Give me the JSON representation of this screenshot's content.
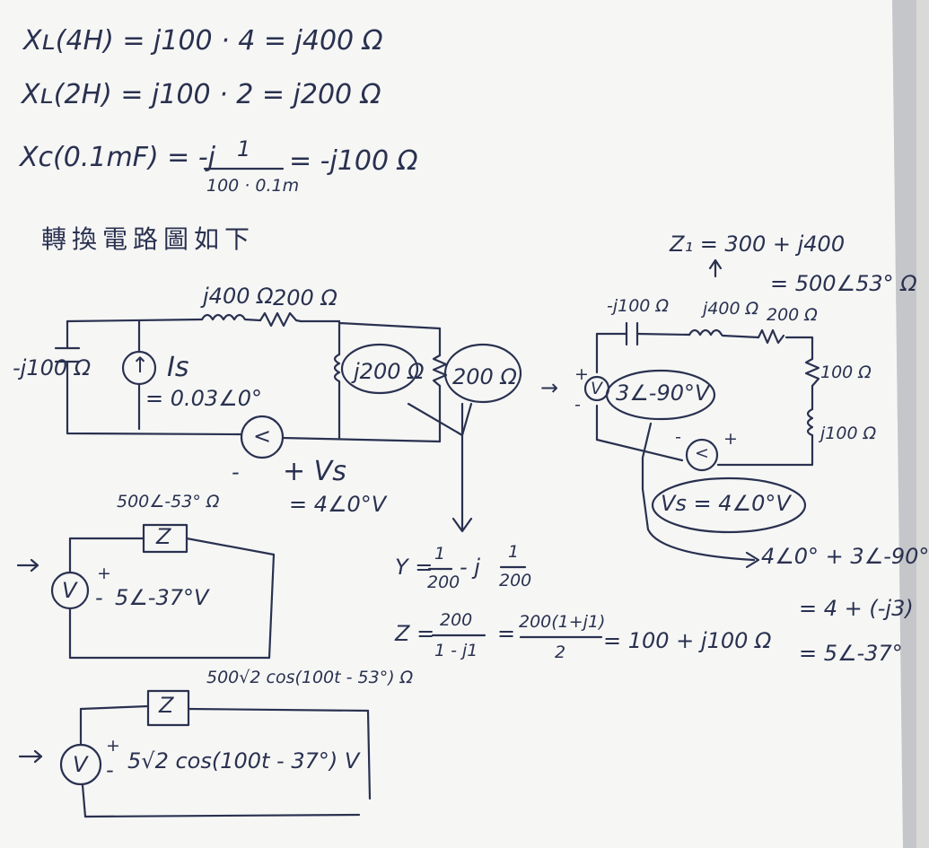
{
  "equations": {
    "xl_4h": "Xʟ(4H) = j100 · 4 = j400 Ω",
    "xl_2h": "Xʟ(2H) = j100 · 2 = j200 Ω",
    "xc_lhs": "Xc(0.1mF) = -j",
    "xc_num": "1",
    "xc_den": "100 · 0.1m",
    "xc_rhs": "= -j100 Ω",
    "caption": "轉換電路圖如下"
  },
  "circuit1": {
    "cap": "-j100 Ω",
    "ind_top": "j400 Ω",
    "res_top": "200 Ω",
    "is_label": "Is",
    "is_value": "= 0.03∠0°",
    "ind_mid": "j200 Ω",
    "res_right": "200 Ω",
    "vs_minus": "-",
    "vs_label": "+ Vs",
    "vs_value": "= 4∠0°V"
  },
  "circuit2": {
    "z1_line1": "Z₁ = 300 + j400",
    "z1_line2": "= 500∠53° Ω",
    "cap": "-j100 Ω",
    "ind": "j400 Ω",
    "res": "200 Ω",
    "r_side": "100 Ω",
    "l_side": "j100 Ω",
    "vsrc": "3∠-90°V",
    "vs_box": "Vs = 4∠0°V",
    "sum1": "4∠0° + 3∠-90°",
    "sum2": "= 4 + (-j3)",
    "sum3": "= 5∠-37°"
  },
  "admittance": {
    "y_lhs": "Y =",
    "y_n1": "1",
    "y_d1": "200",
    "y_mid": "- j",
    "y_n2": "1",
    "y_d2": "200",
    "z_lhs": "Z =",
    "z_n1": "200",
    "z_d1": "1 - j1",
    "z_eq": "=",
    "z_n2": "200(1+j1)",
    "z_d2": "2",
    "z_rhs": "= 100 + j100 Ω"
  },
  "circuit3": {
    "z_value": "500∠-53° Ω",
    "z_box": "Z",
    "v_value": "5∠-37°V"
  },
  "circuit4": {
    "z_value": "500√2 cos(100t - 53°) Ω",
    "z_box": "Z",
    "v_value": "5√2 cos(100t - 37°) V"
  },
  "symbols": {
    "v": "V",
    "plus": "+",
    "minus": "-",
    "up_arrow": "↑",
    "lt": "<"
  }
}
